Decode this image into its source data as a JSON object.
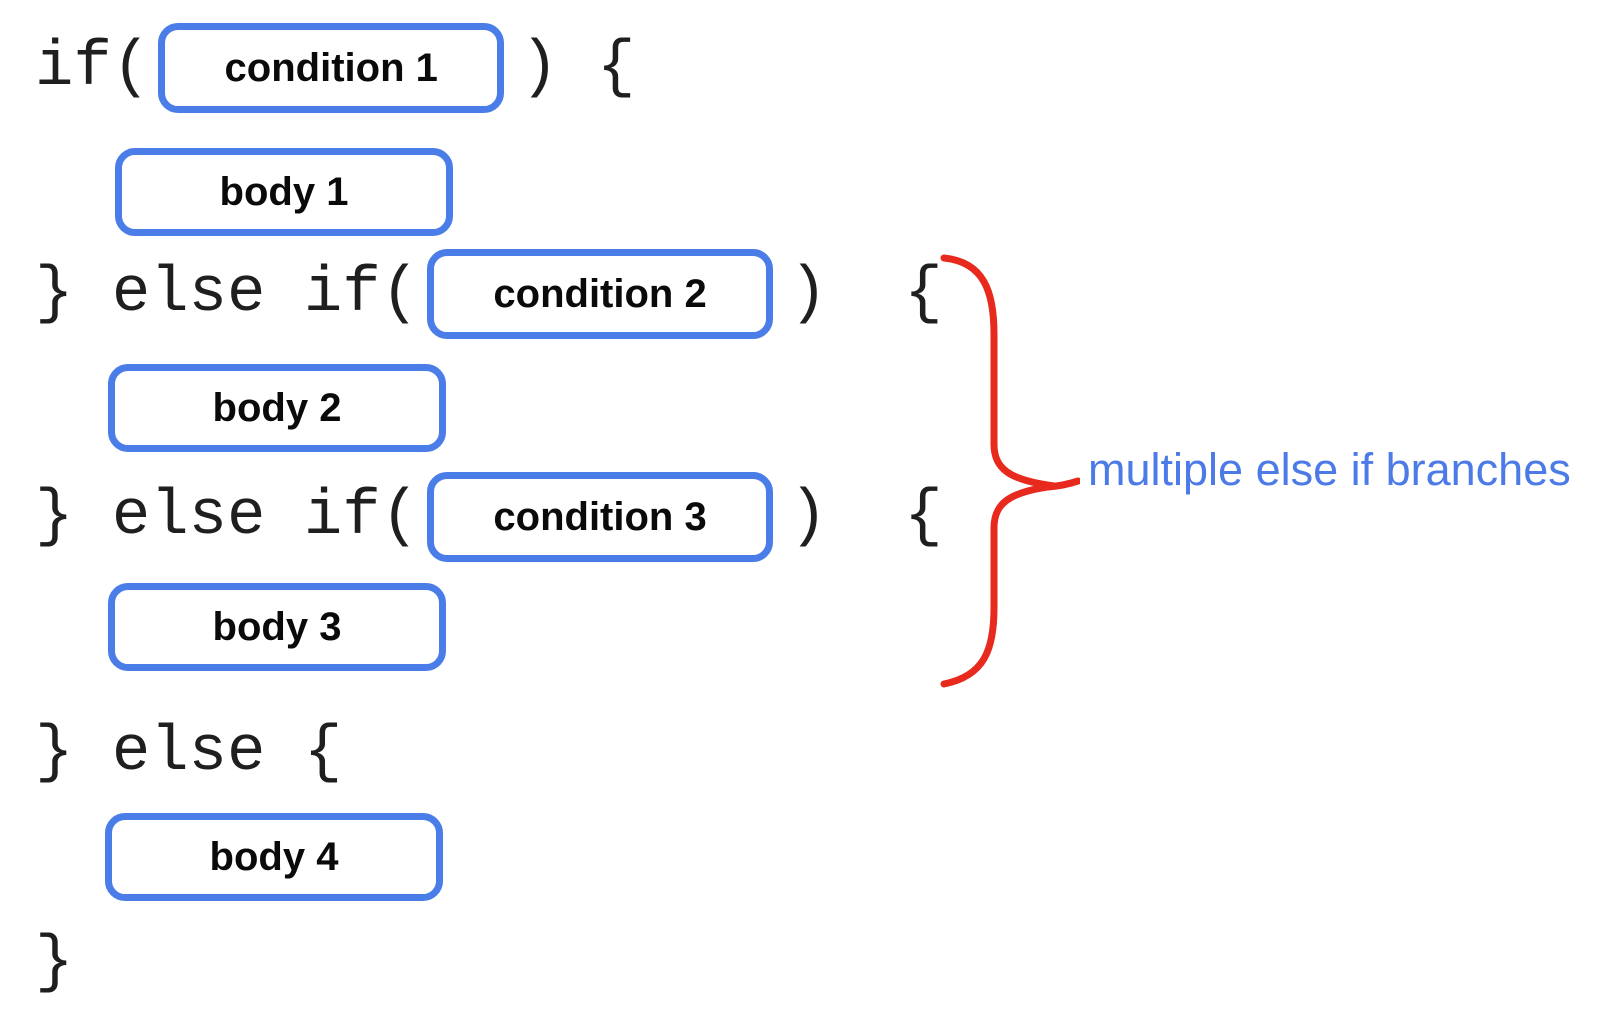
{
  "colors": {
    "background": "#ffffff",
    "box_border_blue": "#4a7de8",
    "code_text": "#1f1f1f",
    "pill_text": "#0a0a0a",
    "brace_red": "#e8291d",
    "annotation_blue": "#4c7be7"
  },
  "code": {
    "line1_open": "if(",
    "line1_close": ") {",
    "line2_open": "} else if(",
    "line2_close": ")  {",
    "line3_open": "} else if(",
    "line3_close": ")  {",
    "line4": "} else {",
    "line5": "}"
  },
  "pills": {
    "condition1": "condition 1",
    "condition2": "condition 2",
    "condition3": "condition 3",
    "body1": "body 1",
    "body2": "body 2",
    "body3": "body 3",
    "body4": "body 4"
  },
  "annotation": {
    "text": "multiple else if branches"
  }
}
